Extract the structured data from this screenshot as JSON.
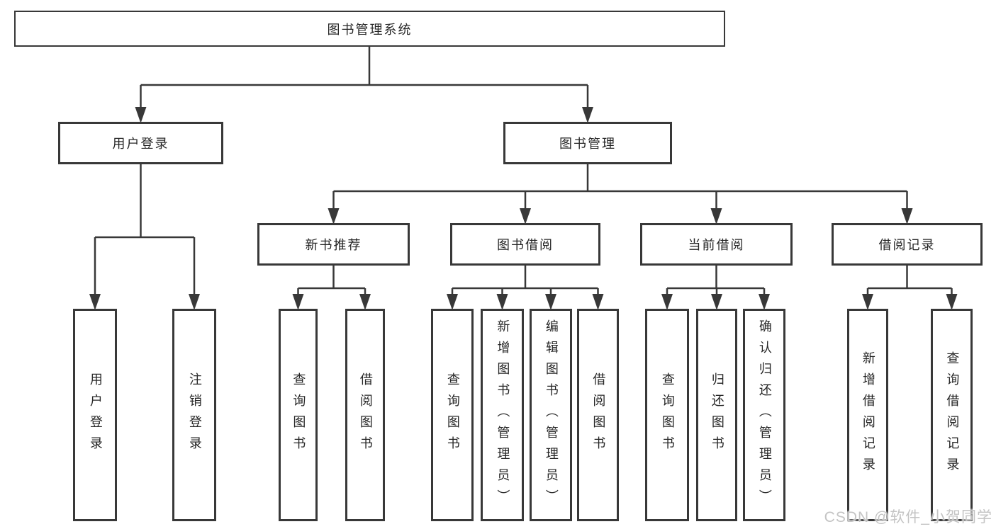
{
  "diagram": {
    "root": "图书管理系统",
    "branches": [
      {
        "label": "用户登录",
        "children": [
          {
            "label": "用户登录"
          },
          {
            "label": "注销登录"
          }
        ]
      },
      {
        "label": "图书管理",
        "children": [
          {
            "label": "新书推荐",
            "children": [
              {
                "label": "查询图书"
              },
              {
                "label": "借阅图书"
              }
            ]
          },
          {
            "label": "图书借阅",
            "children": [
              {
                "label": "查询图书"
              },
              {
                "label": "新增图书（管理员）"
              },
              {
                "label": "编辑图书（管理员）"
              },
              {
                "label": "借阅图书"
              }
            ]
          },
          {
            "label": "当前借阅",
            "children": [
              {
                "label": "查询图书"
              },
              {
                "label": "归还图书"
              },
              {
                "label": "确认归还（管理员）"
              }
            ]
          },
          {
            "label": "借阅记录",
            "children": [
              {
                "label": "新增借阅记录"
              },
              {
                "label": "查询借阅记录"
              }
            ]
          }
        ]
      }
    ]
  },
  "watermark": "CSDN @软件_小贺同学",
  "colors": {
    "border": "#383838",
    "line": "#383838",
    "text": "#262626",
    "background": "#ffffff",
    "watermark": "#c4c4c4"
  }
}
